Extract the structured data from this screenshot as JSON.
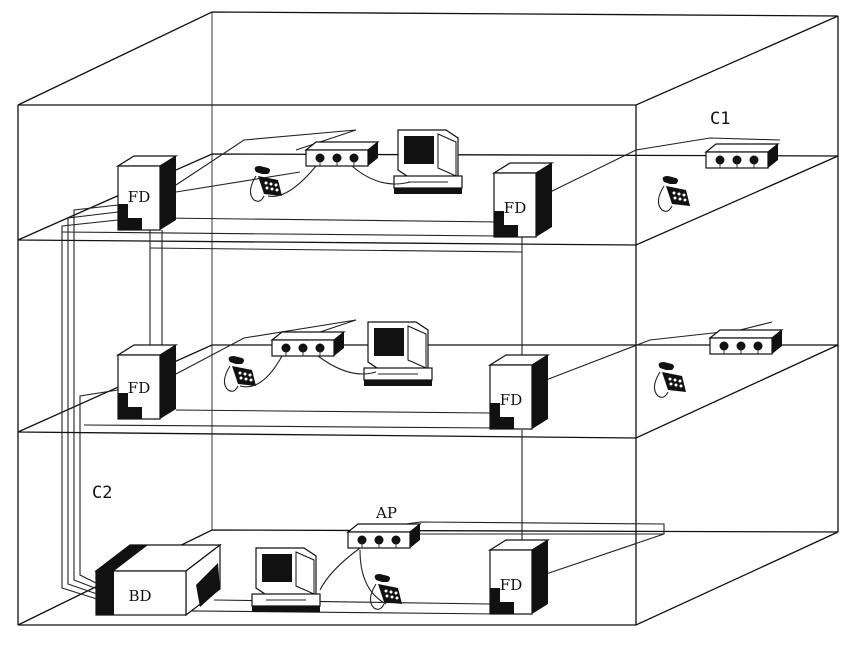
{
  "labels": {
    "floor_distributor": "FD",
    "building_distributor": "BD",
    "access_point": "AP",
    "cable_c1": "C1",
    "cable_c2": "C2"
  }
}
